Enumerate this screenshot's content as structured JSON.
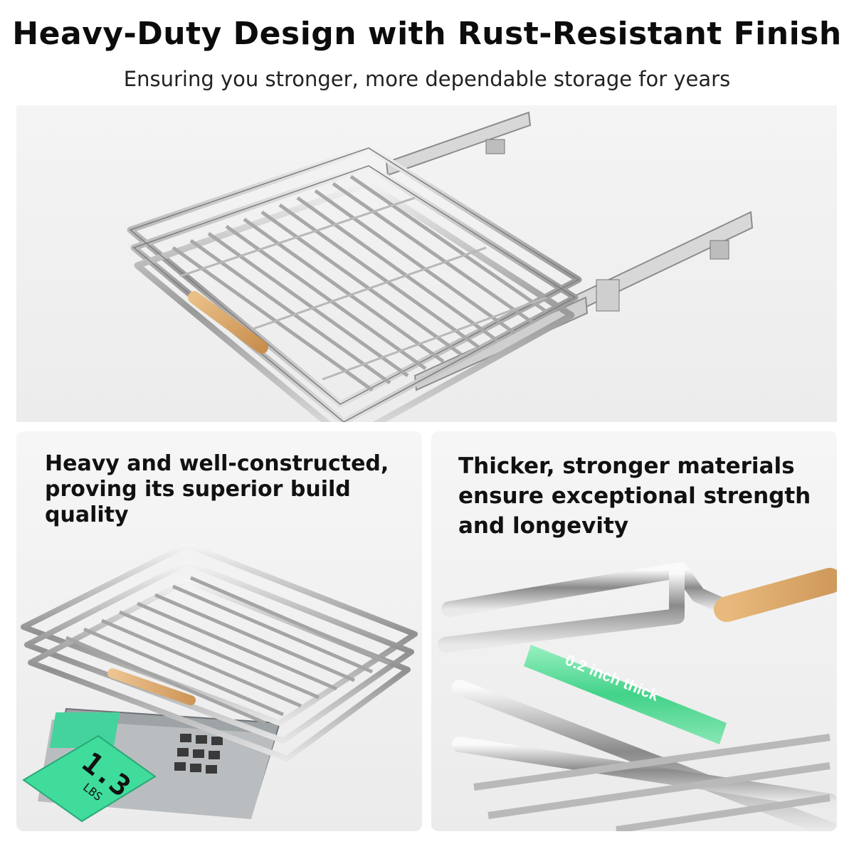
{
  "header": {
    "title": "Heavy-Duty Design with Rust-Resistant Finish",
    "subtitle": "Ensuring you stronger, more dependable storage for years"
  },
  "panels": {
    "left": {
      "caption": "Heavy and well-constructed, proving its superior build quality",
      "scale_reading": "1.3",
      "scale_unit": "LBS"
    },
    "right": {
      "caption": "Thicker, stronger materials ensure exceptional strength and longevity",
      "thickness_label": "0.2 inch thick"
    }
  },
  "colors": {
    "chrome": "#c9c9c9",
    "handle_wood": "#d9a86a",
    "highlight_green": "#3fd88a",
    "lcd_green": "#3fdc9c"
  }
}
